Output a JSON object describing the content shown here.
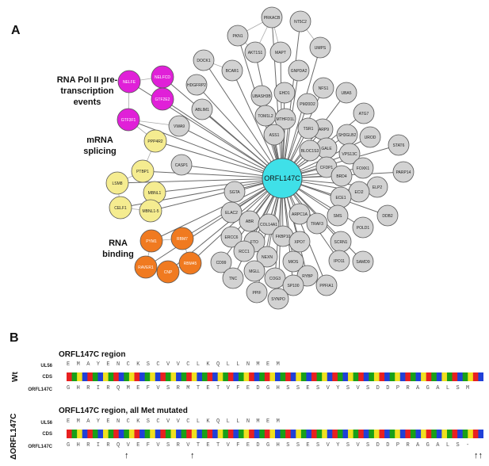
{
  "panel_a": {
    "letter": "A",
    "group_labels": {
      "pol2": "RNA Pol II pre-\ntranscription\nevents",
      "splicing": "mRNA\nsplicing",
      "binding": "RNA\nbinding"
    },
    "colors": {
      "hub": "#3fe0e8",
      "grey": "#d2d2d2",
      "magenta": "#e020d8",
      "yellow": "#f5ec90",
      "orange": "#f07a20"
    },
    "hub": "ORFL147C",
    "grey_nodes": [
      "PRKACB",
      "NT5C2",
      "PKN1",
      "AKT1S1",
      "MAPT",
      "UMPS",
      "DOCK1",
      "BCAR1",
      "GNPDA2",
      "HDGFRP2",
      "UBASH3B",
      "EHD1",
      "NFS1",
      "UBA5",
      "ABLIM1",
      "PM20D2",
      "TOM1L2",
      "MTHFD1L",
      "PARP9",
      "ATG7",
      "VWA9",
      "ASS1",
      "TSR1",
      "SH3GLB2",
      "UROD",
      "GALE",
      "BLOC1S3",
      "VPS13C",
      "STAT6",
      "CFDP1",
      "FOXK1",
      "CASP1",
      "PARP14",
      "BRD4",
      "ELP2",
      "ECI2",
      "SGTA",
      "ECE1",
      "ELAC2",
      "ABR",
      "ARPC1A",
      "DDB2",
      "COL14A1",
      "SMS",
      "TRAF3",
      "POLD1",
      "FKBP10",
      "ERCC6",
      "FTO",
      "XPO7",
      "SCRN1",
      "IPO11",
      "RCC1",
      "NEXN",
      "CD99",
      "SAMD9",
      "MIOS",
      "MGLL",
      "TNC",
      "RYBP",
      "COG3",
      "SP100",
      "PPFIA1",
      "PPIF",
      "SYNPO"
    ],
    "magenta_nodes": [
      "NELFE",
      "NELFCD",
      "GTF2E2",
      "GTF3F1"
    ],
    "yellow_nodes": [
      "PPP4R2",
      "PTBP1",
      "LSM8",
      "MBNL1",
      "CELF1",
      "MBNL1-5"
    ],
    "orange_nodes": [
      "PYM1",
      "RBM7",
      "RAVER1",
      "CNP",
      "RBM45"
    ]
  },
  "panel_b": {
    "letter": "B",
    "wt_label": "Wt",
    "mut_label": "ΔORFL147C",
    "wt_title": "ORFL147C region",
    "mut_title": "ORFL147C region, all Met mutated",
    "rows": {
      "ul56": "UL56",
      "cds": "CDS",
      "orfl147c": "ORFL147C"
    },
    "ul56_seq": "E M A Y E N C K S C V V C L K Q L L N M E M",
    "wt_orf_seq": "G H R I R Q M E F V S R M T E T V F E D G H S S E S V Y S V S D D P R A G A L S M",
    "mut_orf_seq": "G H R I R Q V E F V S R V T E T V F E D G H S S E S V Y S V S D D P R A G A L S -",
    "arrow_glyphs": [
      "↑",
      "↑",
      "↑↑"
    ],
    "cds_colors": [
      "#e82020",
      "#18a018",
      "#f0e020",
      "#2040d8",
      "#e82020",
      "#18a018",
      "#2040d8",
      "#f0e020",
      "#18a018",
      "#e82020",
      "#2040d8",
      "#18a018",
      "#f0e020",
      "#e82020",
      "#2040d8",
      "#18a018",
      "#f0e020",
      "#2040d8",
      "#e82020",
      "#18a018",
      "#f0e020",
      "#2040d8",
      "#18a018",
      "#e82020",
      "#f0e020",
      "#2040d8",
      "#18a018",
      "#e82020",
      "#2040d8",
      "#f0e020",
      "#18a018",
      "#e82020",
      "#2040d8",
      "#18a018",
      "#f0e020",
      "#e82020",
      "#2040d8",
      "#18a018",
      "#e82020",
      "#f0e020",
      "#2040d8",
      "#18a018",
      "#e82020",
      "#2040d8",
      "#f0e020",
      "#18a018",
      "#2040d8",
      "#e82020",
      "#18a018",
      "#f0e020",
      "#2040d8",
      "#e82020",
      "#18a018",
      "#2040d8",
      "#f0e020",
      "#18a018",
      "#e82020",
      "#2040d8",
      "#18a018",
      "#f0e020",
      "#e82020",
      "#2040d8",
      "#18a018",
      "#f0e020",
      "#2040d8",
      "#e82020",
      "#18a018",
      "#2040d8",
      "#f0e020",
      "#e82020",
      "#18a018",
      "#2040d8",
      "#f0e020",
      "#18a018",
      "#e82020",
      "#2040d8",
      "#18a018",
      "#f0e020",
      "#e82020",
      "#2040d8"
    ]
  }
}
